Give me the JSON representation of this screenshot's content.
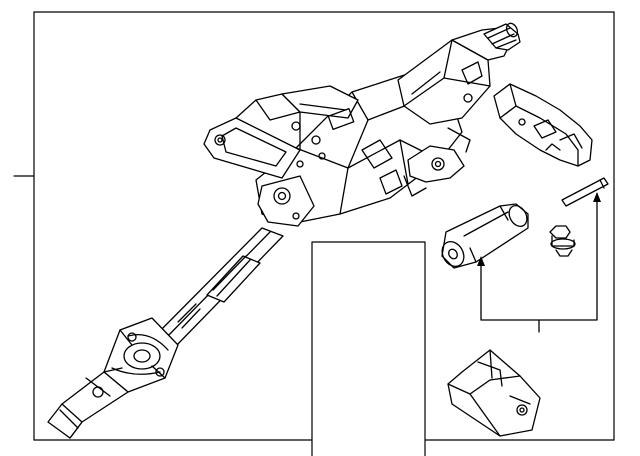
{
  "diagram": {
    "kind": "exploded parts diagram",
    "parts": [
      {
        "id": "steering-column-assembly",
        "icon": "steering-column-shaft"
      },
      {
        "id": "column-cover-shroud",
        "icon": "plastic-cover"
      },
      {
        "id": "pin",
        "icon": "pin"
      },
      {
        "id": "bolt",
        "icon": "flange-bolt"
      },
      {
        "id": "lock-actuator",
        "icon": "cylinder-actuator"
      },
      {
        "id": "bracket",
        "icon": "mounting-bracket"
      }
    ],
    "callouts": [
      "column-leader-line",
      "kit-bracket-leader"
    ],
    "label_window": "blank",
    "colors": {
      "line": "#000000",
      "background": "#ffffff"
    }
  }
}
